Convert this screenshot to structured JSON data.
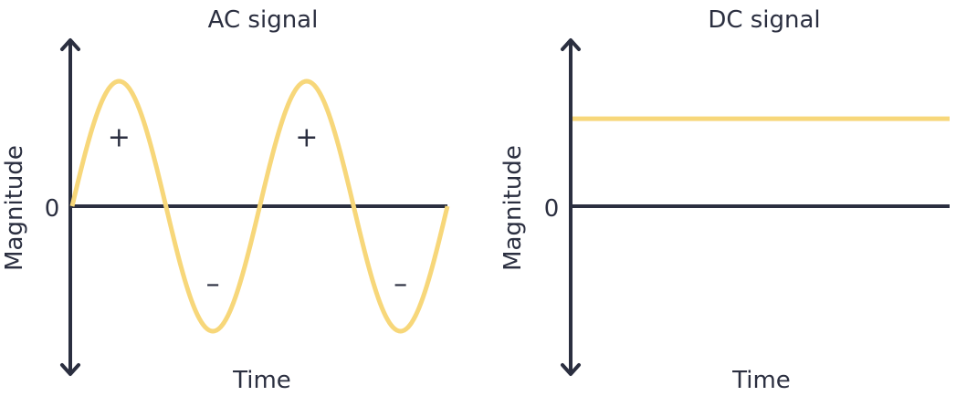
{
  "colors": {
    "axis": "#2b2f40",
    "signal": "#f7d77a",
    "text": "#2b2f40"
  },
  "chart_data": [
    {
      "type": "line",
      "title": "AC signal",
      "xlabel": "Time",
      "ylabel": "Magnitude",
      "zero_label": "0",
      "grid": false,
      "xlim": [
        0,
        2
      ],
      "ylim": [
        -1.4,
        1.4
      ],
      "series": [
        {
          "function": "sine",
          "amplitude": 1,
          "cycles": 2,
          "x": [
            0,
            0.25,
            0.5,
            0.75,
            1,
            1.25,
            1.5,
            1.75,
            2
          ],
          "y": [
            0,
            1,
            0,
            -1,
            0,
            1,
            0,
            -1,
            0
          ]
        }
      ],
      "annotations": [
        {
          "text": "+",
          "x": 0.25,
          "y": 0.55
        },
        {
          "text": "+",
          "x": 1.25,
          "y": 0.55
        },
        {
          "text": "–",
          "x": 0.75,
          "y": -0.62
        },
        {
          "text": "–",
          "x": 1.75,
          "y": -0.62
        }
      ]
    },
    {
      "type": "line",
      "title": "DC signal",
      "xlabel": "Time",
      "ylabel": "Magnitude",
      "zero_label": "0",
      "grid": false,
      "xlim": [
        0,
        2
      ],
      "ylim": [
        -1.4,
        1.4
      ],
      "series": [
        {
          "x": [
            0,
            2
          ],
          "y": [
            0.7,
            0.7
          ]
        }
      ]
    }
  ]
}
